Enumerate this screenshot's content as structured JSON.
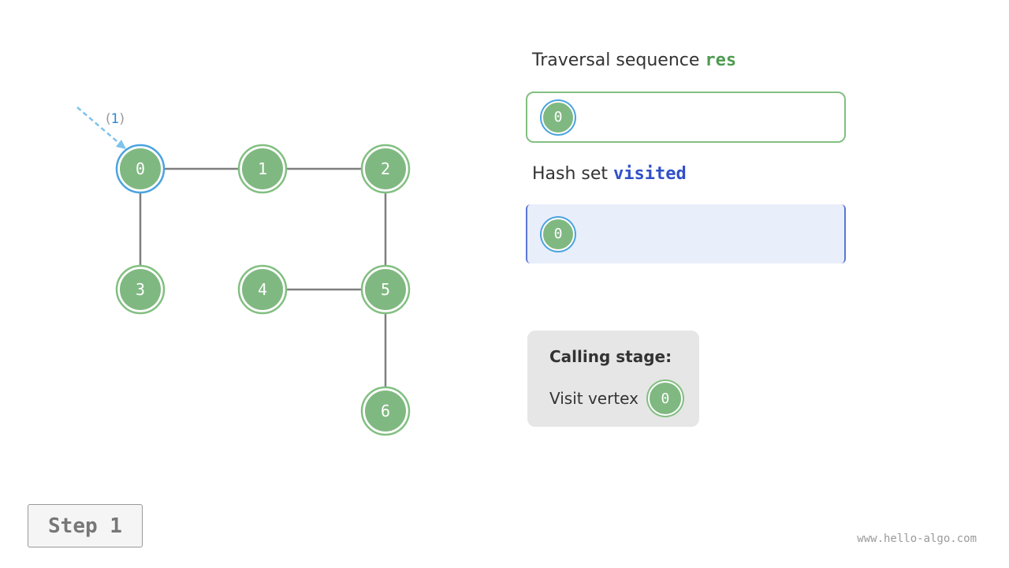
{
  "graph": {
    "vertices": [
      {
        "id": "0",
        "label": "0",
        "highlighted": true
      },
      {
        "id": "1",
        "label": "1",
        "highlighted": false
      },
      {
        "id": "2",
        "label": "2",
        "highlighted": false
      },
      {
        "id": "3",
        "label": "3",
        "highlighted": false
      },
      {
        "id": "4",
        "label": "4",
        "highlighted": false
      },
      {
        "id": "5",
        "label": "5",
        "highlighted": false
      },
      {
        "id": "6",
        "label": "6",
        "highlighted": false
      }
    ],
    "edges": [
      [
        "0",
        "1"
      ],
      [
        "1",
        "2"
      ],
      [
        "0",
        "3"
      ],
      [
        "2",
        "5"
      ],
      [
        "4",
        "5"
      ],
      [
        "5",
        "6"
      ]
    ],
    "pointer": {
      "target": "0",
      "label": "1"
    }
  },
  "res": {
    "title_text": "Traversal sequence",
    "title_code": "res",
    "items": [
      "0"
    ]
  },
  "visited": {
    "title_text": "Hash set",
    "title_code": "visited",
    "items": [
      "0"
    ]
  },
  "stage": {
    "title": "Calling stage:",
    "text": "Visit vertex",
    "vertex": "0"
  },
  "step_label": "Step 1",
  "watermark": "www.hello-algo.com",
  "colors": {
    "node_fill": "#80b881",
    "node_ring": "#82bf81",
    "highlight_ring": "#4aa3e0",
    "edge": "#7f7f7f",
    "res_accent": "#4f9a52",
    "visited_accent": "#3050c8"
  }
}
